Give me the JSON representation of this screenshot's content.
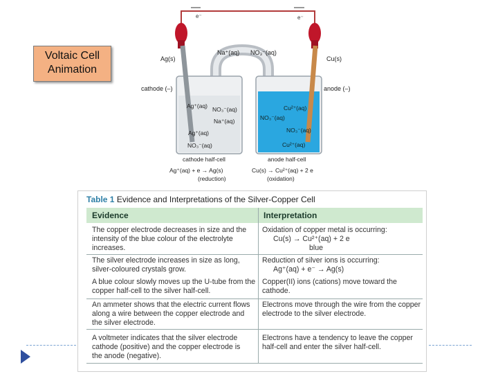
{
  "animation_button": {
    "line1": "Voltaic Cell",
    "line2": "Animation"
  },
  "diagram": {
    "wire_top_left": "e⁻",
    "wire_top_right": "e⁻",
    "label_ag": "Ag(s)",
    "label_cu": "Cu(s)",
    "salt_na": "Na⁺(aq)",
    "salt_no3": "NO₃⁻(aq)",
    "cathode": "cathode (–)",
    "anode": "anode (–)",
    "left_ions": [
      "Ag⁺(aq)",
      "NO₃⁻(aq)",
      "Na⁺(aq)",
      "Ag⁺(aq)",
      "NO₃⁻(aq)"
    ],
    "right_ions": [
      "Cu²⁺(aq)",
      "NO₃⁻(aq)",
      "NO₃⁻(aq)",
      "Cu²⁺(aq)"
    ],
    "cathode_half_cell": "cathode half-cell",
    "anode_half_cell": "anode half-cell",
    "cathode_reaction": "Ag⁺(aq) + e → Ag(s)",
    "anode_reaction": "Cu(s) → Cu²⁺(aq) + 2 e",
    "reduction": "(reduction)",
    "oxidation": "(oxidation)"
  },
  "table": {
    "label": "Table 1",
    "title": "Evidence and Interpretations of the Silver-Copper Cell",
    "col_evidence": "Evidence",
    "col_interpretation": "Interpretation",
    "rows": [
      {
        "evidence": "The copper electrode decreases in size and the intensity of the blue colour of the electrolyte increases.",
        "interpretation": "Oxidation of copper metal is occurring:"
      },
      {
        "evidence": "The silver electrode increases in size as long, silver-coloured crystals grow.",
        "interpretation": "Reduction of silver ions is occurring:"
      },
      {
        "evidence": "A blue colour slowly moves up the U-tube from the copper half-cell to the silver half-cell.",
        "interpretation": "Copper(II) ions (cations) move toward the cathode."
      },
      {
        "evidence": "An ammeter shows that the electric current flows along a wire between the copper electrode and the silver electrode.",
        "interpretation": "Electrons move through the wire from the copper electrode to the silver electrode."
      },
      {
        "evidence": "A voltmeter indicates that the silver electrode cathode (positive) and the copper electrode is the anode (negative).",
        "interpretation": "Electrons have a tendency to leave the copper half-cell and enter the silver half-cell."
      }
    ],
    "eq1": "Cu(s) → Cu²⁺(aq) + 2 e",
    "eq1_note": "blue",
    "eq2": "Ag⁺(aq) + e⁻ → Ag(s)"
  }
}
